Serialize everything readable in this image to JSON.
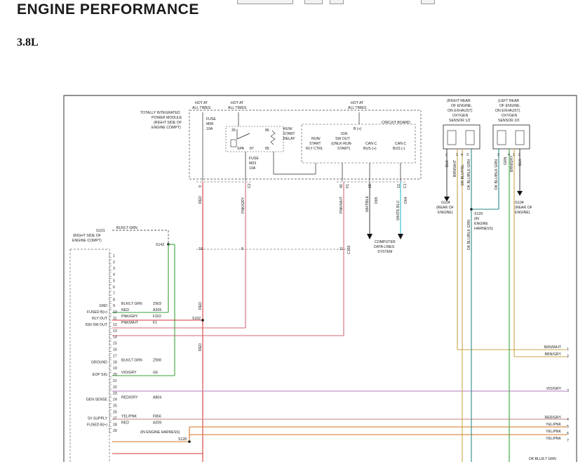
{
  "page": {
    "title": "ENGINE PERFORMANCE",
    "subtitle": "3.8L"
  },
  "colors": {
    "red": "#d23a3a",
    "green": "#3aa23a",
    "pink": "#d06a78",
    "tan": "#c9a54a",
    "teal": "#2a8a8a",
    "violet": "#b07ac0",
    "orange": "#d9731e",
    "gray": "#777777"
  },
  "labels": {
    "hot_at_all_times": [
      "HOT AT",
      "ALL TIMES"
    ],
    "tipm": [
      "TOTALLY INTEGRATED",
      "POWER MODULE",
      "(RIGHT SIDE OF",
      "ENGINE COMPT)"
    ],
    "fuse_m08": [
      "FUSE",
      "M08",
      "10A"
    ],
    "fuse_m03": [
      "FUSE",
      "M03",
      "10A"
    ],
    "run_start_relay": [
      "RUN/",
      "START",
      "RELAY"
    ],
    "relay_pins": [
      "30",
      "86",
      "87",
      "85"
    ],
    "spa": "SPA",
    "circuit_board": "CIRCUIT BOARD",
    "b_plus": "B (+)",
    "run_start_rly_ctrl": [
      "RUN/",
      "START",
      "RLY CTRL"
    ],
    "ign_sw_out": [
      "IGN",
      "SW OUT",
      "(UNLK-RUN-",
      "START)"
    ],
    "can_c_bus_plus": [
      "CAN C",
      "BUS (+)"
    ],
    "can_c_bus_minus": [
      "CAN C",
      "BUS (-)"
    ],
    "conn_pins": [
      "9",
      "C2",
      "40",
      "F1",
      "18",
      "13",
      "C1"
    ],
    "wire_red": "RED",
    "wire_pk_gry": "PNK/GRY",
    "wire_pk_wht": "PNK/WHT",
    "wire_wht_blk": "WHT/BLK",
    "wire_wht_blu": "WHITE BLU",
    "d65": "D65",
    "d64": "D64",
    "computer_datalines": [
      "COMPUTER",
      "DATA LINES",
      "SYSTEM"
    ],
    "o2_right": [
      "(RIGHT REAR",
      "OF ENGINE,",
      "ON EXHAUST)",
      "OXYGEN",
      "SENSOR 1/2"
    ],
    "o2_left": [
      "(LEFT REAR",
      "OF ENGINE,",
      "ON EXHAUST)",
      "OXYGEN",
      "SENSOR 2/2"
    ],
    "o2_right_wires": [
      "BLK",
      "BRN/WHT",
      "DK BLU/YEL",
      "DK BLU/BLK GRN"
    ],
    "o2_left_wires": [
      "DK BLU/BLK GRN",
      "GRN",
      "BRN/GRY",
      "BLK"
    ],
    "o2_pins": [
      "2",
      "1",
      "4",
      "3"
    ],
    "g104": "G104",
    "rear_of_engine": [
      "(REAR OF",
      "ENGINE)"
    ],
    "s129": [
      "S129",
      "(IN",
      "ENGINE",
      "HARNESS)"
    ],
    "dk_blk_grn": "DK BLU/BLK GRN",
    "g101": "G101",
    "g101_loc": [
      "(RIGHT SIDE OF",
      "ENGINE COMPT)"
    ],
    "s142": "S142",
    "s102": "S102",
    "s128": "S128",
    "c100": "C100",
    "blk_lt_grn": "BLK/LT GRN",
    "splice_pins": [
      "19",
      "8",
      "11"
    ],
    "in_engine_harness": "(IN ENGINE HARNESS)",
    "dk_blu_lt_grn": "DK BLU/LT GRN"
  },
  "pcm_pins": [
    "1",
    "2",
    "3",
    "4",
    "5",
    "6",
    "7",
    "8",
    "9",
    "10",
    "11",
    "12",
    "13",
    "14",
    "15",
    "16",
    "17",
    "18",
    "19",
    "20",
    "21",
    "22",
    "23",
    "24",
    "25",
    "26",
    "27",
    "28",
    "29"
  ],
  "pcm_funcs": [
    {
      "pin": "9",
      "label": "GND"
    },
    {
      "pin": "10",
      "label": "FUSED B(+)"
    },
    {
      "pin": "11",
      "label": "RLY OUT"
    },
    {
      "pin": "12",
      "label": "IGN SW OUT"
    },
    {
      "pin": "18",
      "label": "GROUND"
    },
    {
      "pin": "20",
      "label": "EOP SIG"
    },
    {
      "pin": "24",
      "label": "GEN SENSE"
    },
    {
      "pin": "27",
      "label": "5V SUPPLY"
    },
    {
      "pin": "28",
      "label": "FUSED B(+)"
    }
  ],
  "wires": [
    {
      "pin": "9",
      "color": "BLK/LT GRN",
      "circuit": "Z903"
    },
    {
      "pin": "10",
      "color": "RED",
      "circuit": "A209"
    },
    {
      "pin": "11",
      "color": "PNK/GRY",
      "circuit": "F202"
    },
    {
      "pin": "12",
      "color": "PNK/WHT",
      "circuit": "F1"
    },
    {
      "pin": "18",
      "color": "BLK/LT GRN",
      "circuit": "Z908"
    },
    {
      "pin": "20",
      "color": "VIO/GRY",
      "circuit": "G6"
    },
    {
      "pin": "24",
      "color": "RED/GRY",
      "circuit": "A804"
    },
    {
      "pin": "27",
      "color": "YEL/PNK",
      "circuit": "F856"
    },
    {
      "pin": "28",
      "color": "RED",
      "circuit": "A209"
    }
  ],
  "right_labels": [
    {
      "text": "BRN/WHT",
      "num": "1"
    },
    {
      "text": "BRN/GRY",
      "num": "2"
    },
    {
      "text": "VIO/GRY",
      "num": "3"
    },
    {
      "text": "RED/GRY",
      "num": "4"
    },
    {
      "text": "YEL/PNK",
      "num": "5"
    },
    {
      "text": "YEL/PNK",
      "num": "6"
    },
    {
      "text": "YEL/PNK",
      "num": "7"
    }
  ]
}
